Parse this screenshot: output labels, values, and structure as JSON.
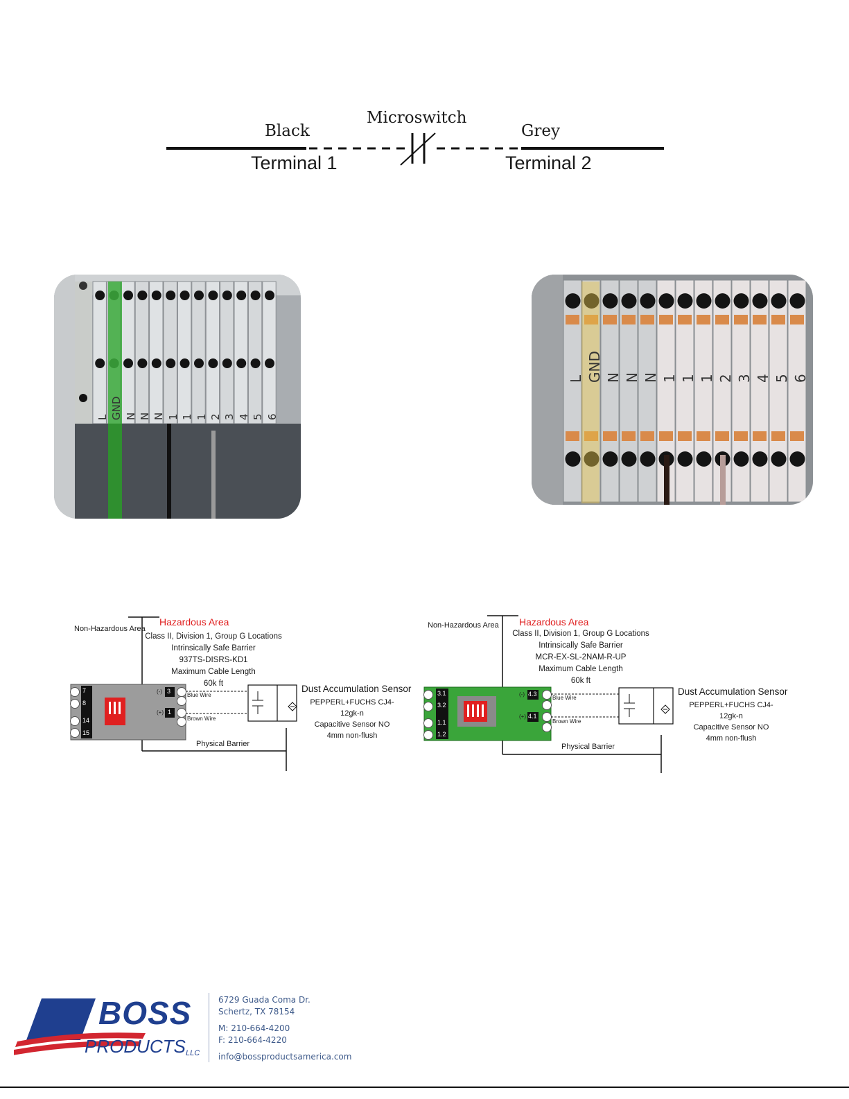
{
  "microswitch": {
    "black_label": "Black",
    "switch_label": "Microswitch",
    "grey_label": "Grey",
    "terminal1_label": "Terminal 1",
    "terminal2_label": "Terminal 2"
  },
  "terminal_labels": [
    "L",
    "GND",
    "N",
    "N",
    "N",
    "1",
    "1",
    "1",
    "2",
    "3",
    "4",
    "5",
    "6"
  ],
  "left_diagram": {
    "non_hazardous": "Non-Hazardous Area",
    "hazardous": "Hazardous Area",
    "lines": [
      "Class II, Division 1, Group G Locations",
      "Intrinsically Safe Barrier",
      "937TS-DISRS-KD1",
      "Maximum Cable Length",
      "60k ft"
    ],
    "sensor_title": "Dust Accumulation Sensor",
    "sensor_lines": [
      "PEPPERL+FUCHS CJ4-12gk-n",
      "Capacitive Sensor NO",
      "4mm non-flush"
    ],
    "terminals_left": [
      "7",
      "8",
      "14",
      "15"
    ],
    "terminals_right": [
      "3",
      "1"
    ],
    "polarity": [
      "(-)",
      "(+)"
    ],
    "blue_wire": "Blue Wire",
    "brown_wire": "Brown Wire",
    "physical_barrier": "Physical Barrier"
  },
  "right_diagram": {
    "non_hazardous": "Non-Hazardous Area",
    "hazardous": "Hazardous Area",
    "lines": [
      "Class II, Division 1, Group G Locations",
      "Intrinsically Safe Barrier",
      "MCR-EX-SL-2NAM-R-UP",
      "Maximum Cable Length",
      "60k ft"
    ],
    "sensor_title": "Dust Accumulation Sensor",
    "sensor_lines": [
      "PEPPERL+FUCHS CJ4-12gk-n",
      "Capacitive Sensor NO",
      "4mm non-flush"
    ],
    "terminals_left": [
      "3.1",
      "3.2",
      "1.1",
      "1.2"
    ],
    "terminals_right": [
      "4.3",
      "4.1"
    ],
    "polarity": [
      "(-)",
      "(+)"
    ],
    "blue_wire": "Blue Wire",
    "brown_wire": "Brown Wire",
    "physical_barrier": "Physical Barrier"
  },
  "footer": {
    "logo_boss": "BOSS",
    "logo_products": "PRODUCTS",
    "logo_llc": "LLC",
    "address1": "6729 Guada Coma Dr.",
    "address2": "Schertz, TX 78154",
    "phone": "M: 210-664-4200",
    "fax": "F: 210-664-4220",
    "email": "info@bossproductsamerica.com"
  },
  "colors": {
    "hazard_red": "#e02020",
    "ground_green": "#3fae3f",
    "barrier_green": "#3aa53a",
    "logo_blue": "#1f3f8f",
    "logo_red": "#d22630"
  }
}
